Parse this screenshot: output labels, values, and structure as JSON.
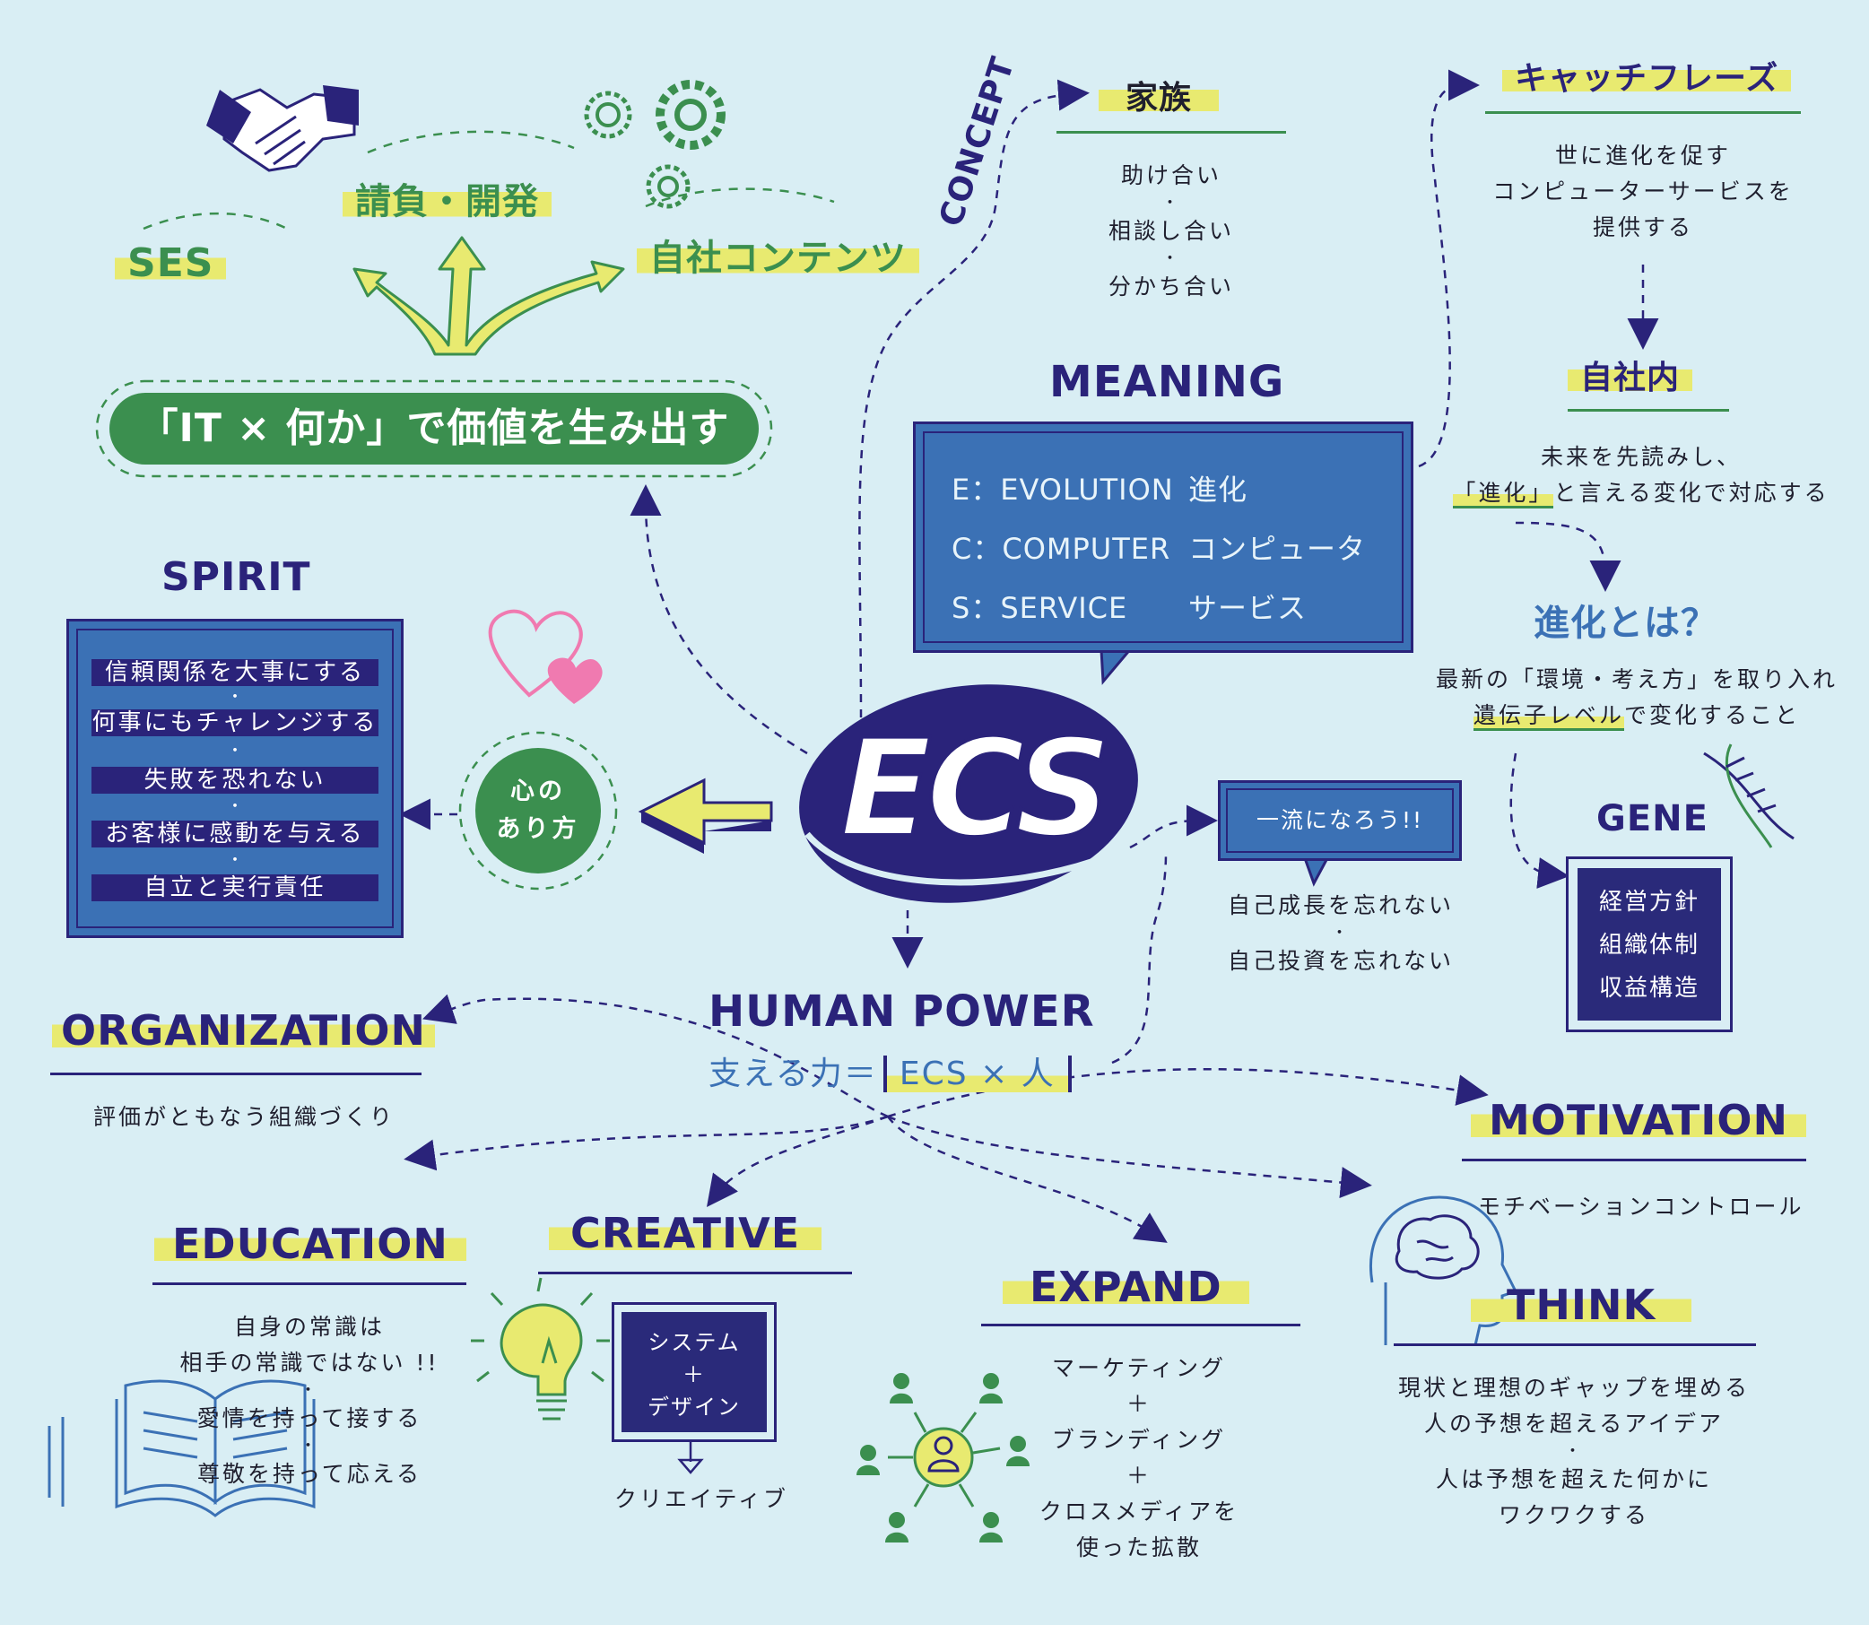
{
  "top_left": {
    "ses": "SES",
    "ukeoi": "請負・開発",
    "jisha": "自社コンテンツ",
    "banner": "「IT × 何か」で価値を生み出す"
  },
  "concept": {
    "title": "CONCEPT",
    "heading": "家族",
    "items": [
      "助け合い",
      "相談し合い",
      "分かち合い"
    ],
    "dot": "・"
  },
  "catch": {
    "heading": "キャッチフレーズ",
    "lines": [
      "世に進化を促す",
      "コンピューターサービスを",
      "提供する"
    ]
  },
  "jishanai": {
    "heading": "自社内",
    "line1": "未来を先読みし、",
    "line2_a": "「進化」",
    "line2_b": "と言える変化で対応する"
  },
  "shinka": {
    "heading": "進化とは？",
    "line1": "最新の「環境・考え方」を取り入れ",
    "line2_a": "遺伝子レベル",
    "line2_b": "で変化すること"
  },
  "meaning": {
    "title": "MEANING",
    "rows": [
      {
        "key": "E：EVOLUTION",
        "val": "進化"
      },
      {
        "key": "C：COMPUTER",
        "val": "コンピュータ"
      },
      {
        "key": "S：SERVICE",
        "val": "サービス"
      }
    ]
  },
  "spirit": {
    "title": "SPIRIT",
    "items": [
      "信頼関係を大事にする",
      "何事にもチャレンジする",
      "失敗を恐れない",
      "お客様に感動を与える",
      "自立と実行責任"
    ]
  },
  "heart_circle": {
    "line1": "心の",
    "line2": "あり方"
  },
  "logo": "ECS",
  "ichiryu": {
    "bubble": "一流になろう!!",
    "items": [
      "自己成長を忘れない",
      "自己投資を忘れない"
    ]
  },
  "gene": {
    "title": "GENE",
    "items": [
      "経営方針",
      "組織体制",
      "収益構造"
    ]
  },
  "human": {
    "title": "HUMAN POWER",
    "sub_a": "支える力＝",
    "sub_b": "ECS × 人"
  },
  "organization": {
    "title": "ORGANIZATION",
    "text": "評価がともなう組織づくり"
  },
  "motivation": {
    "title": "MOTIVATION",
    "text": "モチベーションコントロール"
  },
  "education": {
    "title": "EDUCATION",
    "lines": [
      "自身の常識は",
      "相手の常識ではない !!",
      "愛情を持って接する",
      "尊敬を持って応える"
    ]
  },
  "creative": {
    "title": "CREATIVE",
    "box": [
      "システム",
      "＋",
      "デザイン"
    ],
    "text": "クリエイティブ"
  },
  "expand": {
    "title": "EXPAND",
    "lines": [
      "マーケティング",
      "＋",
      "ブランディング",
      "＋",
      "クロスメディアを",
      "使った拡散"
    ]
  },
  "think": {
    "title": "THINK",
    "lines": [
      "現状と理想のギャップを埋める",
      "人の予想を超えるアイデア",
      "人は予想を超えた何かに",
      "ワクワクする"
    ]
  },
  "colors": {
    "bg": "#d9eef4",
    "navy": "#2a237a",
    "blue": "#3b71b5",
    "green": "#3b8f4f",
    "yellow": "#e8ea70",
    "pink": "#f07ab0"
  }
}
